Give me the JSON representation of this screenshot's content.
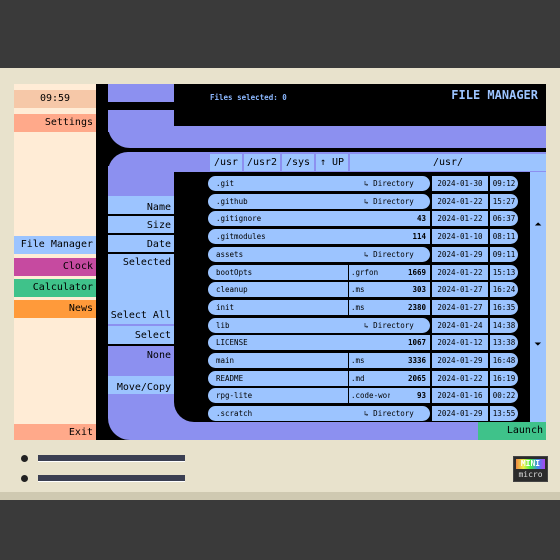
{
  "sidebar": {
    "clock": "09:59",
    "settings": "Settings",
    "file_manager": "File Manager",
    "clock_app": "Clock",
    "calculator": "Calculator",
    "news": "News",
    "exit": "Exit"
  },
  "actions": {
    "name": "Name",
    "size": "Size",
    "date": "Date",
    "selected": "Selected",
    "select_all": "Select All",
    "select_none": "Select None",
    "move_copy": "Move/Copy"
  },
  "header": {
    "files_selected": "Files selected: 0",
    "title": "FILE MANAGER"
  },
  "path_tabs": [
    "/usr",
    "/usr2",
    "/sys",
    "↑ UP"
  ],
  "current_path": "/usr/",
  "files": [
    {
      "name": ".git",
      "ext": "",
      "size": "",
      "dir": "↳ Directory",
      "date": "2024-01-30",
      "time": "09:12"
    },
    {
      "name": ".github",
      "ext": "",
      "size": "",
      "dir": "↳ Directory",
      "date": "2024-01-22",
      "time": "15:27"
    },
    {
      "name": ".gitignore",
      "ext": "",
      "size": "43",
      "dir": "",
      "date": "2024-01-22",
      "time": "06:37"
    },
    {
      "name": ".gitmodules",
      "ext": "",
      "size": "114",
      "dir": "",
      "date": "2024-01-10",
      "time": "08:11"
    },
    {
      "name": "assets",
      "ext": "",
      "size": "",
      "dir": "↳ Directory",
      "date": "2024-01-29",
      "time": "09:11"
    },
    {
      "name": "bootOpts",
      "ext": ".grfon",
      "size": "1669",
      "dir": "",
      "date": "2024-01-22",
      "time": "15:13"
    },
    {
      "name": "cleanup",
      "ext": ".ms",
      "size": "303",
      "dir": "",
      "date": "2024-01-27",
      "time": "16:24"
    },
    {
      "name": "init",
      "ext": ".ms",
      "size": "2380",
      "dir": "",
      "date": "2024-01-27",
      "time": "16:35"
    },
    {
      "name": "lib",
      "ext": "",
      "size": "",
      "dir": "↳ Directory",
      "date": "2024-01-24",
      "time": "14:38"
    },
    {
      "name": "LICENSE",
      "ext": "",
      "size": "1067",
      "dir": "",
      "date": "2024-01-12",
      "time": "13:38"
    },
    {
      "name": "main",
      "ext": ".ms",
      "size": "3336",
      "dir": "",
      "date": "2024-01-29",
      "time": "16:48"
    },
    {
      "name": "README",
      "ext": ".md",
      "size": "2065",
      "dir": "",
      "date": "2024-01-22",
      "time": "16:19"
    },
    {
      "name": "rpg-lite",
      "ext": ".code-wor",
      "size": "93",
      "dir": "",
      "date": "2024-01-16",
      "time": "00:22"
    },
    {
      "name": ".scratch",
      "ext": "",
      "size": "",
      "dir": "↳ Directory",
      "date": "2024-01-29",
      "time": "13:55"
    }
  ],
  "launch": "Launch",
  "logo": {
    "line1": "MINI",
    "line2": "micro"
  },
  "colors": {
    "accent_blue": "#9cc4ff",
    "lilac": "#8c90f0",
    "green": "#3fc28a",
    "pink": "#c64aa0",
    "orange": "#ff9a3a"
  }
}
